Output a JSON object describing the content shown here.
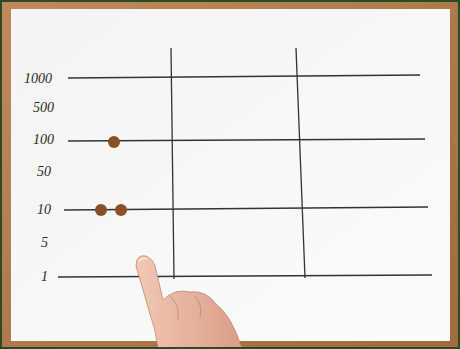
{
  "diagram": {
    "labels": [
      "1000",
      "500",
      "100",
      "50",
      "10",
      "5",
      "1"
    ]
  }
}
